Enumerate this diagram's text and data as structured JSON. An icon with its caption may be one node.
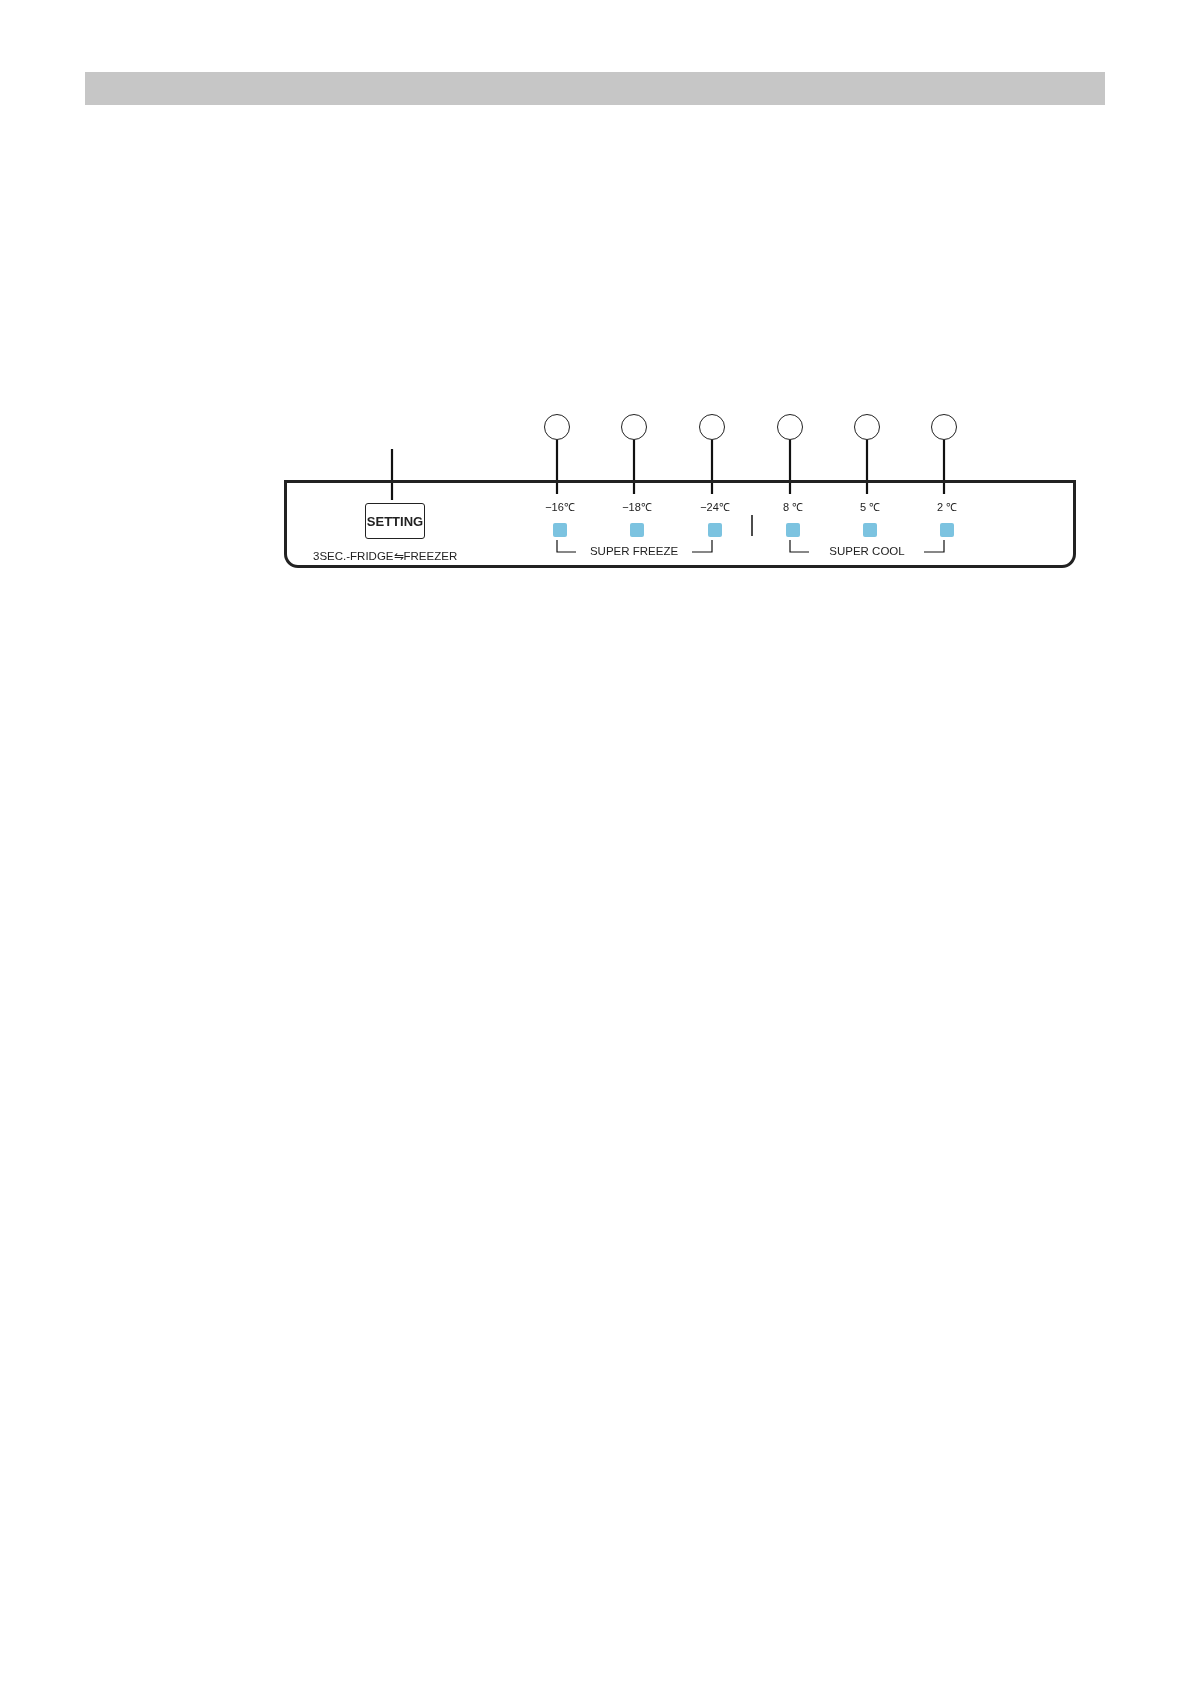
{
  "diagram": {
    "nodes": [
      {
        "text": [],
        "shape": "box"
      },
      {
        "text": [
          "SETTING"
        ],
        "in": 0,
        "beside": [
          "3SEC.-FRIDGE⇋FREEZER"
        ]
      },
      {
        "text": [
          "−16℃"
        ],
        "in": 0
      },
      {
        "text": [
          "−18℃"
        ],
        "in": 0
      },
      {
        "text": [
          "−24℃"
        ],
        "in": 0
      },
      {
        "text": [
          "8 ℃"
        ],
        "in": 0
      },
      {
        "text": [
          "5 ℃"
        ],
        "in": 0
      },
      {
        "text": [
          "2 ℃"
        ],
        "in": 0
      },
      {
        "text": [],
        "shape": "circle"
      },
      {
        "text": [],
        "shape": "circle"
      },
      {
        "text": [],
        "shape": "circle"
      },
      {
        "text": [],
        "shape": "circle"
      },
      {
        "text": [],
        "shape": "circle"
      },
      {
        "text": [],
        "shape": "circle"
      }
    ],
    "edges": [
      {
        "from": null,
        "to": 1,
        "arrow": "none"
      },
      {
        "from": 8,
        "to": 2,
        "arrow": "none"
      },
      {
        "from": 9,
        "to": 3,
        "arrow": "none"
      },
      {
        "from": 10,
        "to": 4,
        "arrow": "none"
      },
      {
        "from": 11,
        "to": 5,
        "arrow": "none"
      },
      {
        "from": 12,
        "to": 6,
        "arrow": "none"
      },
      {
        "from": 13,
        "to": 7,
        "arrow": "none"
      }
    ],
    "labels": [
      "SUPER FREEZE",
      "SUPER COOL"
    ]
  }
}
